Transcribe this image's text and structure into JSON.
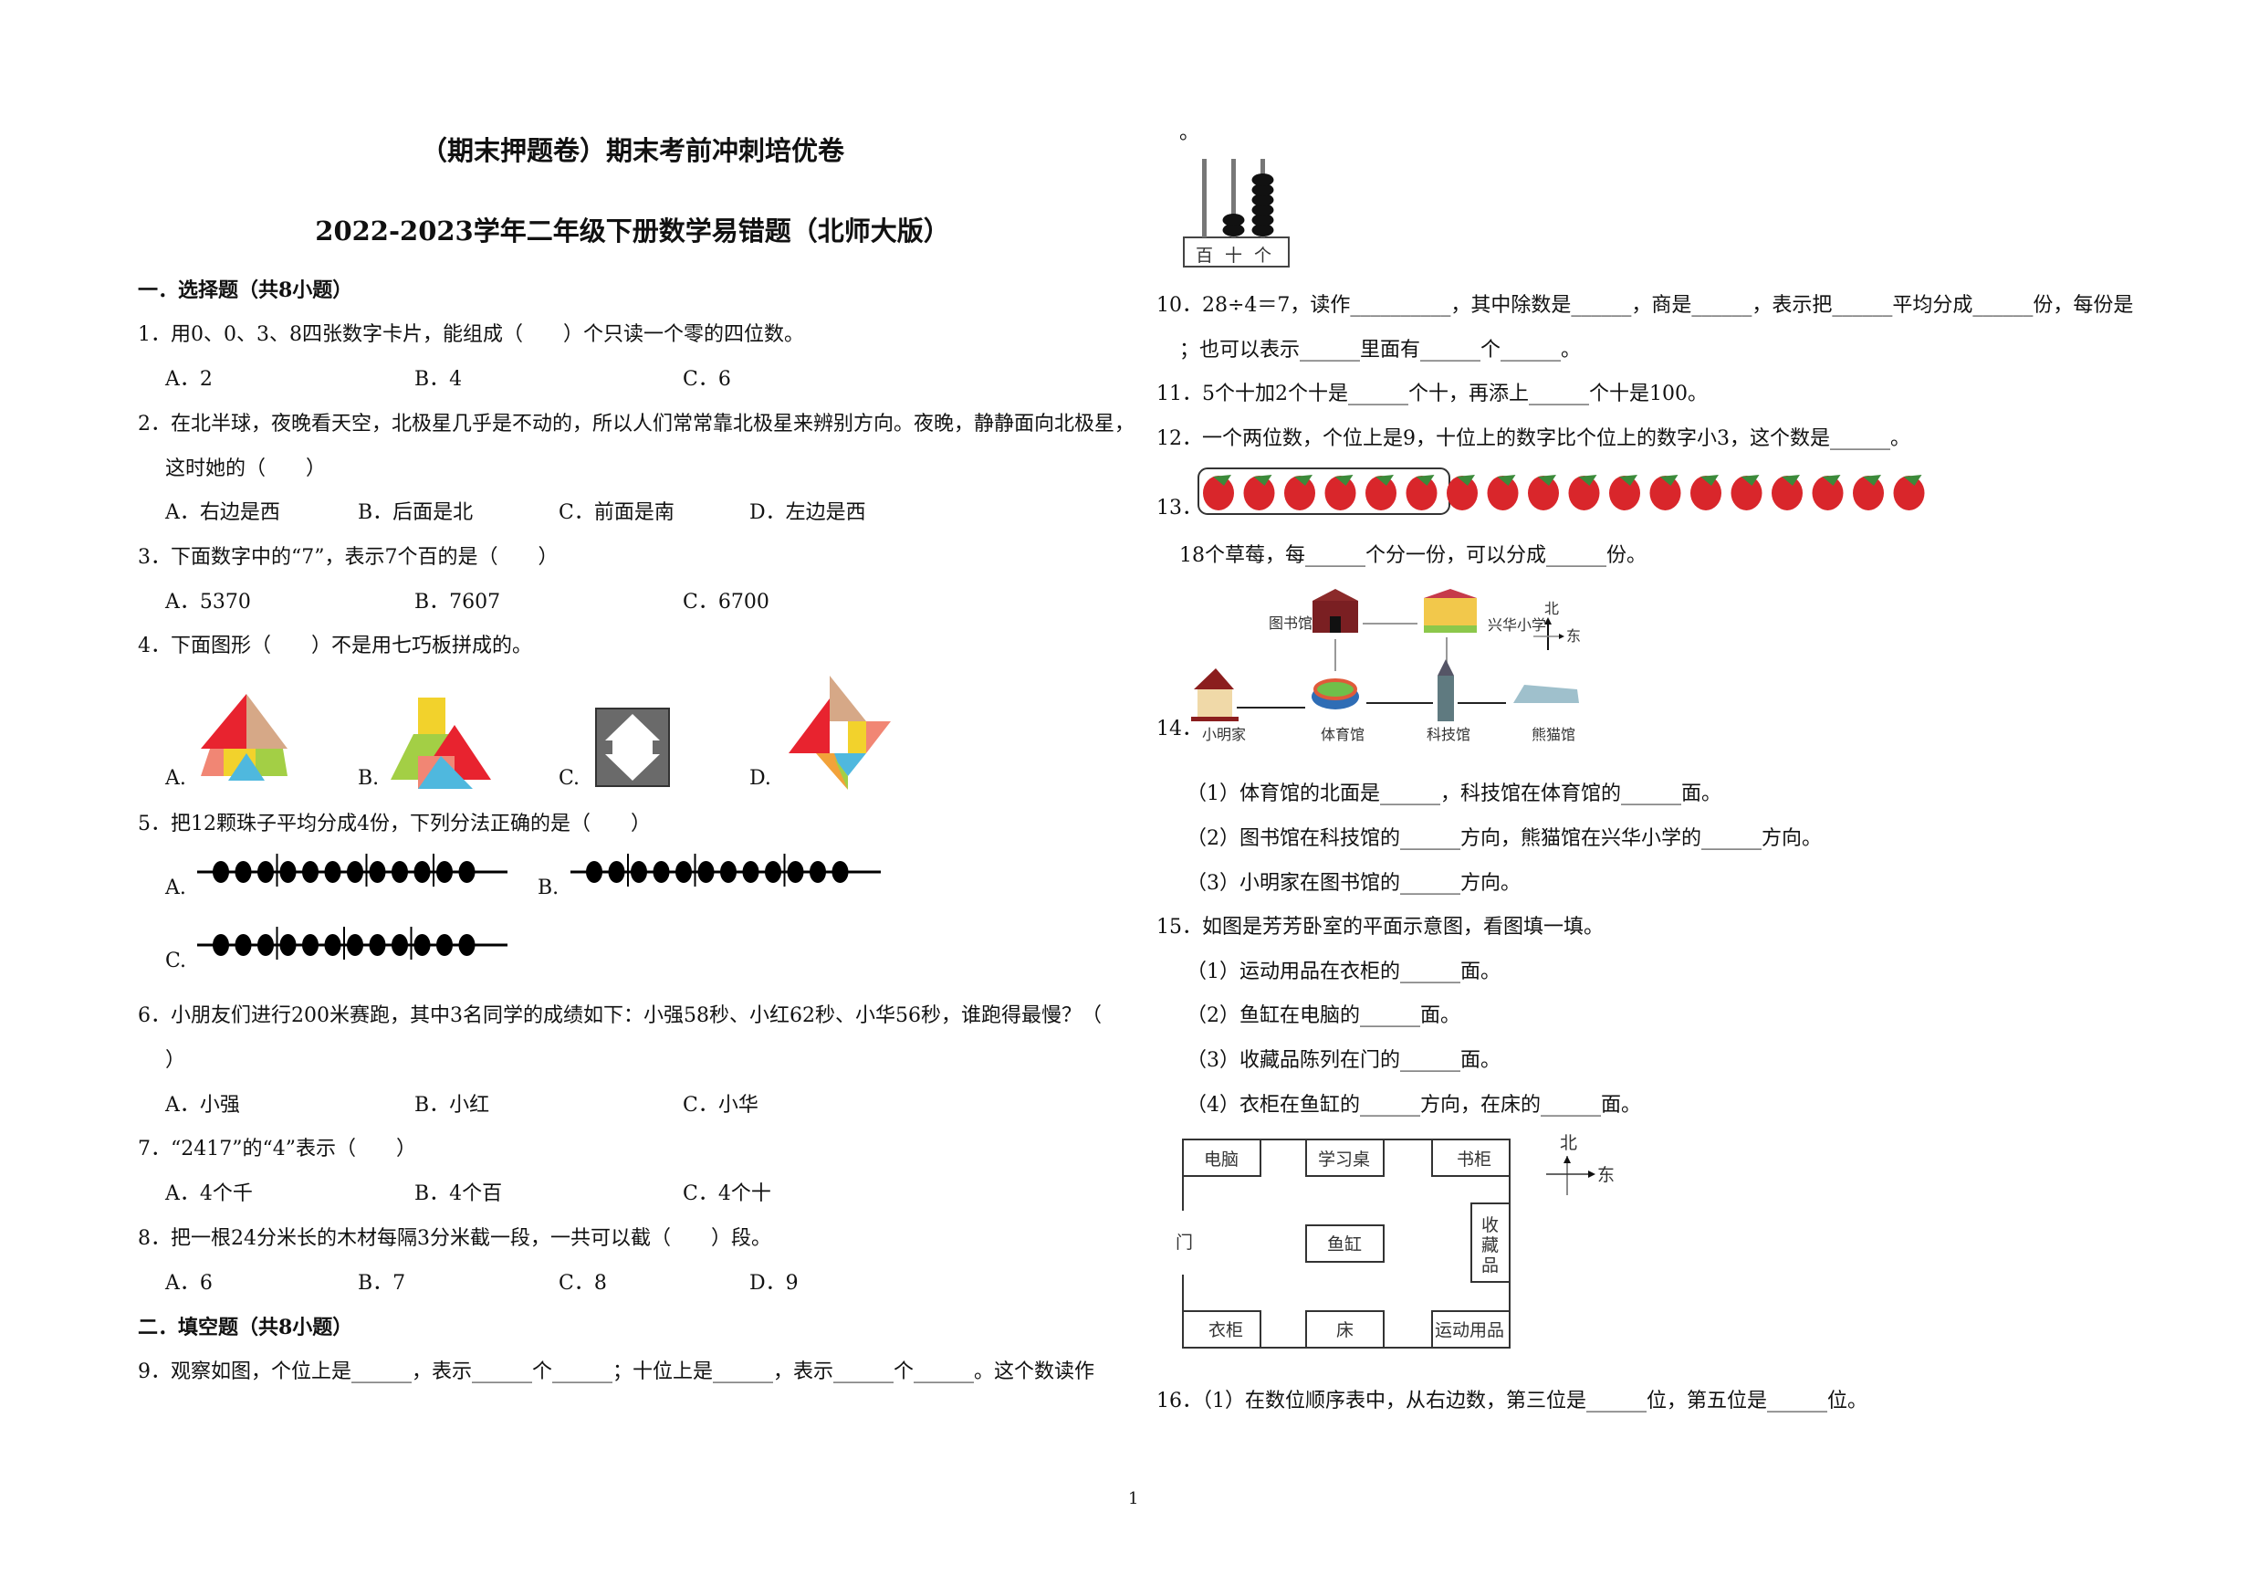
{
  "header": {
    "title1": "（期末押题卷）期末考前冲刺培优卷",
    "title2": "2022-2023学年二年级下册数学易错题（北师大版）"
  },
  "section1": "一．选择题（共8小题）",
  "section2": "二．填空题（共8小题）",
  "q1": {
    "text": "1．用0、0、3、8四张数字卡片，能组成（　　）个只读一个零的四位数。",
    "options": [
      "A．2",
      "B．4",
      "C．6"
    ]
  },
  "q2": {
    "text": "2．在北半球，夜晚看天空，北极星几乎是不动的，所以人们常常靠北极星来辨别方向。夜晚，静静面向北极星，",
    "text2": "这时她的（　　）",
    "options": [
      "A．右边是西",
      "B．后面是北",
      "C．前面是南",
      "D．左边是西"
    ]
  },
  "q3": {
    "text": "3．下面数字中的“7”，表示7个百的是（　　）",
    "options": [
      "A．5370",
      "B．7607",
      "C．6700"
    ]
  },
  "q4": {
    "text": "4．下面图形（　　）不是用七巧板拼成的。",
    "options": [
      "A.",
      "B.",
      "C.",
      "D."
    ]
  },
  "q5": {
    "text": "5．把12颗珠子平均分成4份，下列分法正确的是（　　）",
    "options": [
      "A.",
      "B.",
      "C."
    ],
    "bead_groups": [
      [
        3,
        4,
        3,
        2
      ],
      [
        2,
        3,
        4,
        3
      ],
      [
        3,
        3,
        3,
        3
      ]
    ]
  },
  "q6": {
    "text": "6．小朋友们进行200米赛跑，其中3名同学的成绩如下：小强58秒、小红62秒、小华56秒，谁跑得最慢？（",
    "text2": "）",
    "options": [
      "A．小强",
      "B．小红",
      "C．小华"
    ]
  },
  "q7": {
    "text": "7．“2417”的“4”表示（　　）",
    "options": [
      "A．4个千",
      "B．4个百",
      "C．4个十"
    ]
  },
  "q8": {
    "text": "8．把一根24分米长的木材每隔3分米截一段，一共可以截（　　）段。",
    "options": [
      "A．6",
      "B．7",
      "C．8",
      "D．9"
    ]
  },
  "q9": {
    "text": "9．观察如图，个位上是______，表示______个______；十位上是______，表示______个______。这个数读作",
    "end": "。",
    "abacus": {
      "labels": [
        "百",
        "十",
        "个"
      ],
      "hundreds": 0,
      "tens": 2,
      "ones": 6
    }
  },
  "q10": {
    "text": "10．28÷4＝7，读作__________，其中除数是______，商是______，表示把______平均分成______份，每份是",
    "text2": "；也可以表示______里面有______个______。"
  },
  "q11": {
    "text": "11．5个十加2个十是______个十，再添上______个十是100。"
  },
  "q12": {
    "text": "12．一个两位数，个位上是9，十位上的数字比个位上的数字小3，这个数是______。"
  },
  "q13": {
    "label": "13．",
    "strawberries": 18,
    "circled": 6,
    "text": "18个草莓，每______个分一份，可以分成______份。",
    "color": "#d9262b"
  },
  "q14": {
    "label": "14．",
    "places": [
      "图书馆",
      "兴华小学",
      "小明家",
      "体育馆",
      "科技馆",
      "熊猫馆"
    ],
    "compass": [
      "北",
      "东"
    ],
    "sub": [
      "（1）体育馆的北面是______，科技馆在体育馆的______面。",
      "（2）图书馆在科技馆的______方向，熊猫馆在兴华小学的______方向。",
      "（3）小明家在图书馆的______方向。"
    ]
  },
  "q15": {
    "text": "15．如图是芳芳卧室的平面示意图，看图填一填。",
    "sub": [
      "（1）运动用品在衣柜的______面。",
      "（2）鱼缸在电脑的______面。",
      "（3）收藏品陈列在门的______面。",
      "（4）衣柜在鱼缸的______方向，在床的______面。"
    ],
    "room": [
      "电脑",
      "学习桌",
      "书柜",
      "收",
      "藏",
      "品",
      "门",
      "鱼缸",
      "衣柜",
      "床",
      "运动用品"
    ],
    "compass": [
      "北",
      "东"
    ]
  },
  "q16": {
    "text": "16．（1）在数位顺序表中，从右边数，第三位是______位，第五位是______位。"
  },
  "footer": {
    "page": "1"
  }
}
